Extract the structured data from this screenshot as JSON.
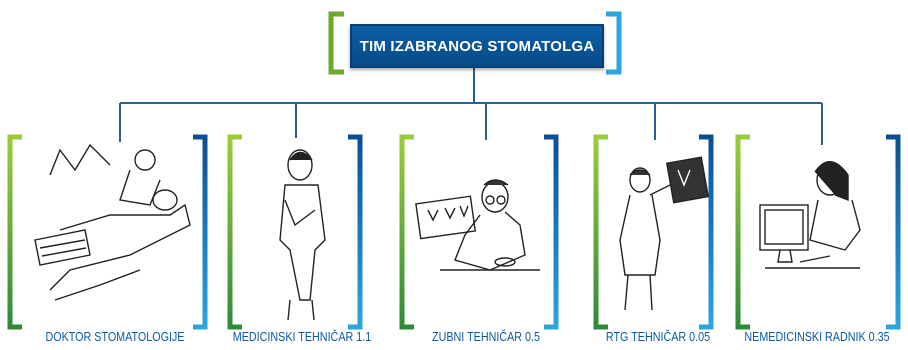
{
  "title": "TIM IZABRANOG STOMATOLGA",
  "colors": {
    "blue": "#0a5aa6",
    "green": "#7bb32e",
    "connector": "#2a5f94"
  },
  "members": [
    {
      "label": "DOKTOR STOMATOLOGIJE",
      "icon": "dentist-with-patient-illustration"
    },
    {
      "label": "MEDICINSKI TEHNIČAR 1.1",
      "icon": "medical-nurse-illustration"
    },
    {
      "label": "ZUBNI TEHNIČAR 0.5",
      "icon": "dental-technician-illustration"
    },
    {
      "label": "RTG TEHNIČAR 0.05",
      "icon": "xray-technician-illustration"
    },
    {
      "label": "NEMEDICINSKI RADNIK 0.35",
      "icon": "office-worker-illustration"
    }
  ]
}
